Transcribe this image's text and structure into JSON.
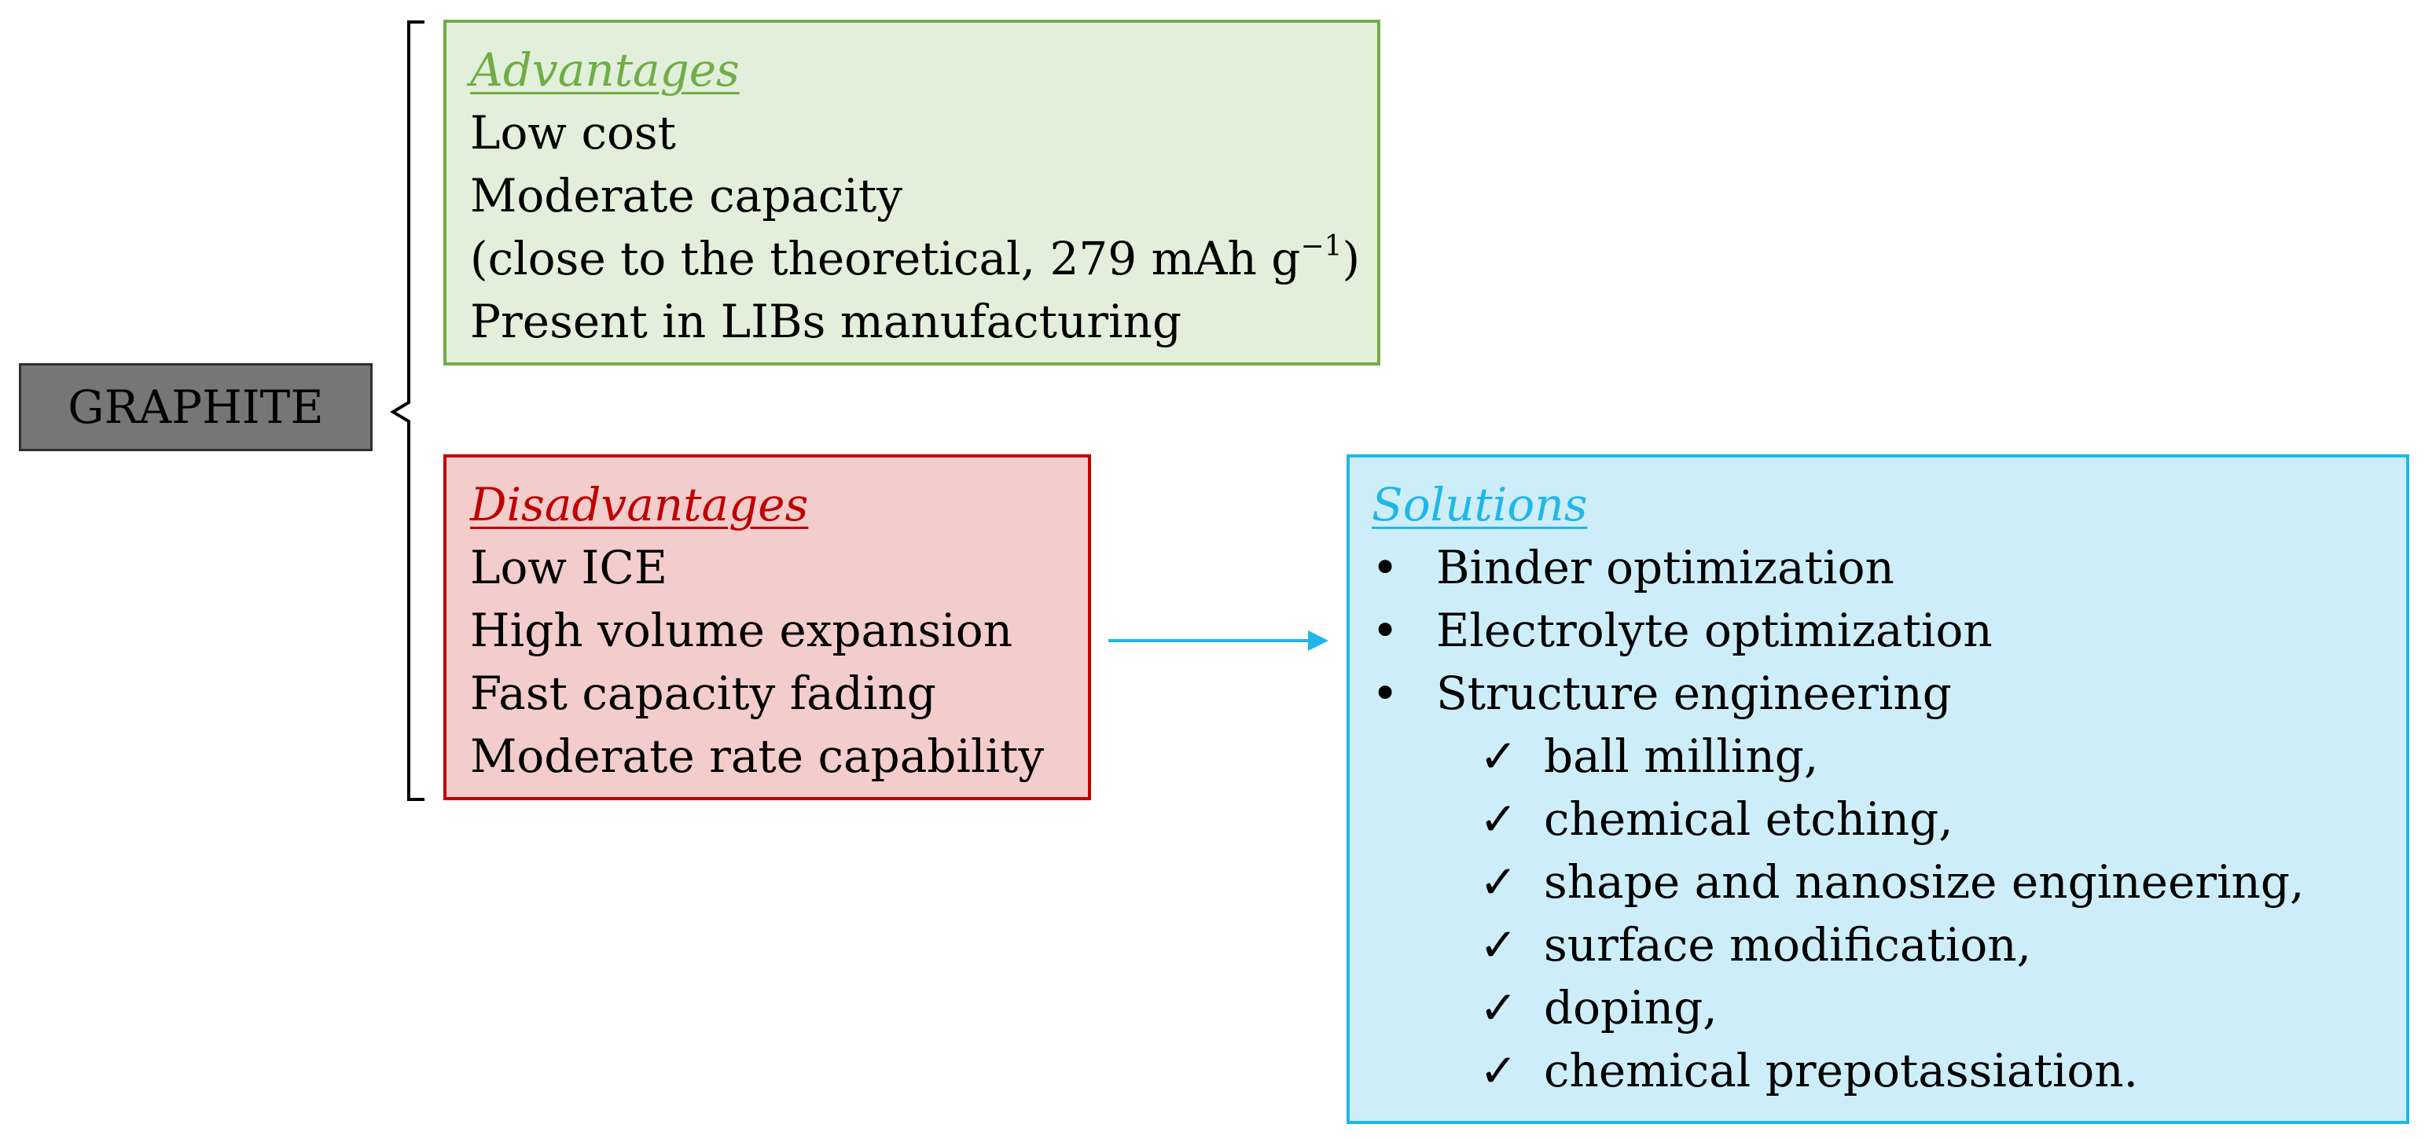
{
  "graphite": {
    "label": "GRAPHITE"
  },
  "advantages": {
    "heading": "Advantages",
    "items": [
      "Low cost",
      "Moderate capacity",
      "(close to the theoretical, 279 mAh g",
      "Present in LIBs manufacturing"
    ],
    "unit_superscript": "−1",
    "closing_paren": ")"
  },
  "disadvantages": {
    "heading": "Disadvantages",
    "items": [
      "Low ICE",
      "High volume expansion",
      "Fast capacity fading",
      "Moderate rate capability"
    ]
  },
  "solutions": {
    "heading": "Solutions",
    "bullet_symbol": "•",
    "check_symbol": "✓",
    "bullets": [
      "Binder optimization",
      "Electrolyte optimization",
      "Structure engineering"
    ],
    "sub_items": [
      "ball milling,",
      "chemical etching,",
      "shape and nanosize engineering,",
      "surface modification,",
      "doping,",
      "chemical prepotassiation."
    ]
  },
  "colors": {
    "graphite_fill": "#767676",
    "advantages_fill": "#e2efda",
    "advantages_accent": "#70ad47",
    "disadvantages_fill": "#f3cccc",
    "disadvantages_accent": "#c00000",
    "solutions_fill": "#cdeef9",
    "solutions_accent": "#1fb7ea",
    "bracket": "#000000"
  }
}
